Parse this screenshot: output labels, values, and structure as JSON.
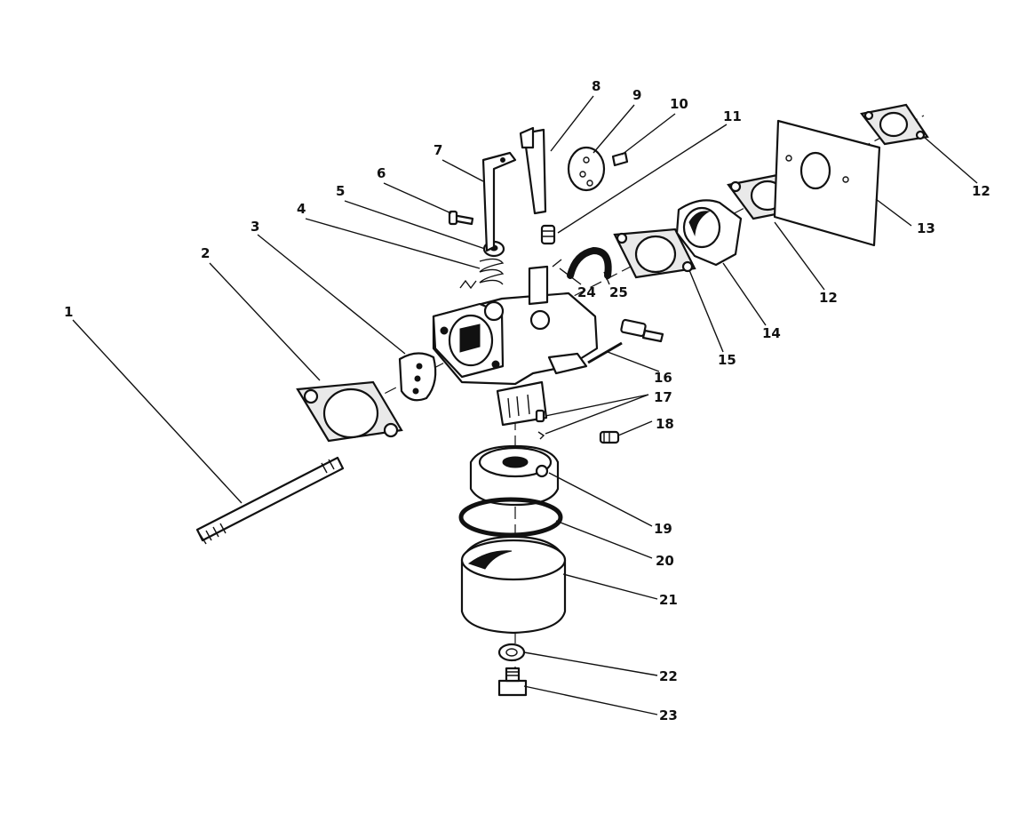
{
  "callouts": [
    {
      "id": "1",
      "label": "1"
    },
    {
      "id": "2",
      "label": "2"
    },
    {
      "id": "3",
      "label": "3"
    },
    {
      "id": "4",
      "label": "4"
    },
    {
      "id": "5",
      "label": "5"
    },
    {
      "id": "6",
      "label": "6"
    },
    {
      "id": "7",
      "label": "7"
    },
    {
      "id": "8",
      "label": "8"
    },
    {
      "id": "9",
      "label": "9"
    },
    {
      "id": "10",
      "label": "10"
    },
    {
      "id": "11",
      "label": "11"
    },
    {
      "id": "12a",
      "label": "12"
    },
    {
      "id": "12b",
      "label": "12"
    },
    {
      "id": "13",
      "label": "13"
    },
    {
      "id": "14",
      "label": "14"
    },
    {
      "id": "15",
      "label": "15"
    },
    {
      "id": "16",
      "label": "16"
    },
    {
      "id": "17",
      "label": "17"
    },
    {
      "id": "18",
      "label": "18"
    },
    {
      "id": "19",
      "label": "19"
    },
    {
      "id": "20",
      "label": "20"
    },
    {
      "id": "21",
      "label": "21"
    },
    {
      "id": "22",
      "label": "22"
    },
    {
      "id": "23",
      "label": "23"
    },
    {
      "id": "24",
      "label": "24"
    },
    {
      "id": "25",
      "label": "25"
    }
  ]
}
